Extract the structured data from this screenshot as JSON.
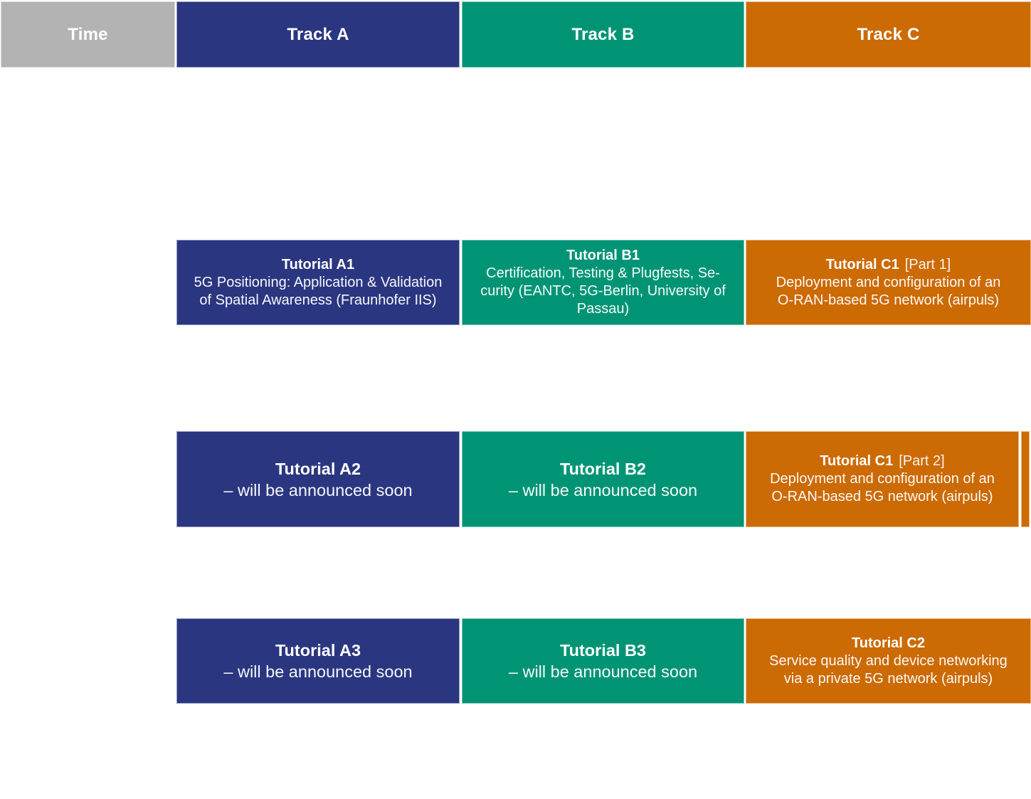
{
  "header": {
    "time_label": "Time",
    "track_a_label": "Track A",
    "track_b_label": "Track B",
    "track_c_label": "Track C"
  },
  "colors": {
    "time_header_bg": "#b3b3b3",
    "track_a": "#2b3681",
    "track_b": "#009475",
    "track_c": "#cc6a04",
    "cell_text": "#ffffff"
  },
  "rows": [
    {
      "a": {
        "title": "Tutorial A1",
        "lines": [
          "5G Positioning: Application & Validation",
          "of Spatial Awareness (Fraunhofer IIS)"
        ]
      },
      "b": {
        "title": "Tutorial B1",
        "lines": [
          "Certification, Testing & Plugfests, Se-",
          "curity (EANTC, 5G-Berlin, University of",
          "Passau)"
        ]
      },
      "c": {
        "title": "Tutorial C1",
        "title_suffix": "[Part 1]",
        "lines": [
          "Deployment and configuration of an",
          "O-RAN-based 5G network (airpuls)"
        ]
      }
    },
    {
      "a": {
        "title": "Tutorial A2",
        "lines": [
          "– will be announced soon"
        ]
      },
      "b": {
        "title": "Tutorial B2",
        "lines": [
          "– will be announced soon"
        ]
      },
      "c": {
        "title": "Tutorial C1",
        "title_suffix": "[Part 2]",
        "lines": [
          "Deployment and configuration of an",
          "O-RAN-based 5G network (airpuls)"
        ]
      }
    },
    {
      "a": {
        "title": "Tutorial A3",
        "lines": [
          "– will be announced soon"
        ]
      },
      "b": {
        "title": "Tutorial B3",
        "lines": [
          "– will be announced soon"
        ]
      },
      "c": {
        "title": "Tutorial C2",
        "lines": [
          "Service quality and device networking",
          "via a private 5G network (airpuls)"
        ]
      }
    }
  ]
}
